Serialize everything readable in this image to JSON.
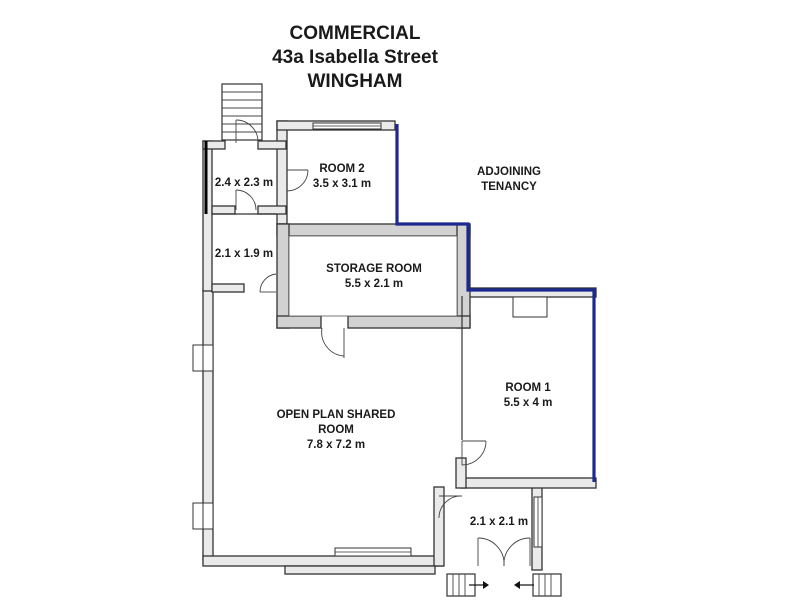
{
  "title": {
    "line1": "COMMERCIAL",
    "line2": "43a Isabella Street",
    "line3": "WINGHAM"
  },
  "rooms": {
    "entry_top": {
      "size": "2.4 x 2.3 m"
    },
    "room2": {
      "name": "ROOM 2",
      "size": "3.5 x 3.1 m"
    },
    "adjoining": {
      "line1": "ADJOINING",
      "line2": "TENANCY"
    },
    "hall": {
      "size": "2.1 x 1.9 m"
    },
    "storage": {
      "name": "STORAGE ROOM",
      "size": "5.5 x 2.1 m"
    },
    "open_plan": {
      "line1": "OPEN PLAN SHARED",
      "line2": "ROOM",
      "size": "7.8 x 7.2 m"
    },
    "room1": {
      "name": "ROOM 1",
      "size": "5.5 x 4 m"
    },
    "entry_bottom": {
      "size": "2.1 x 2.1 m"
    }
  },
  "colors": {
    "boundary": "#1c2a8f",
    "wall_fill": "#eaeaea",
    "storage_wall_fill": "#d2d2d2"
  }
}
